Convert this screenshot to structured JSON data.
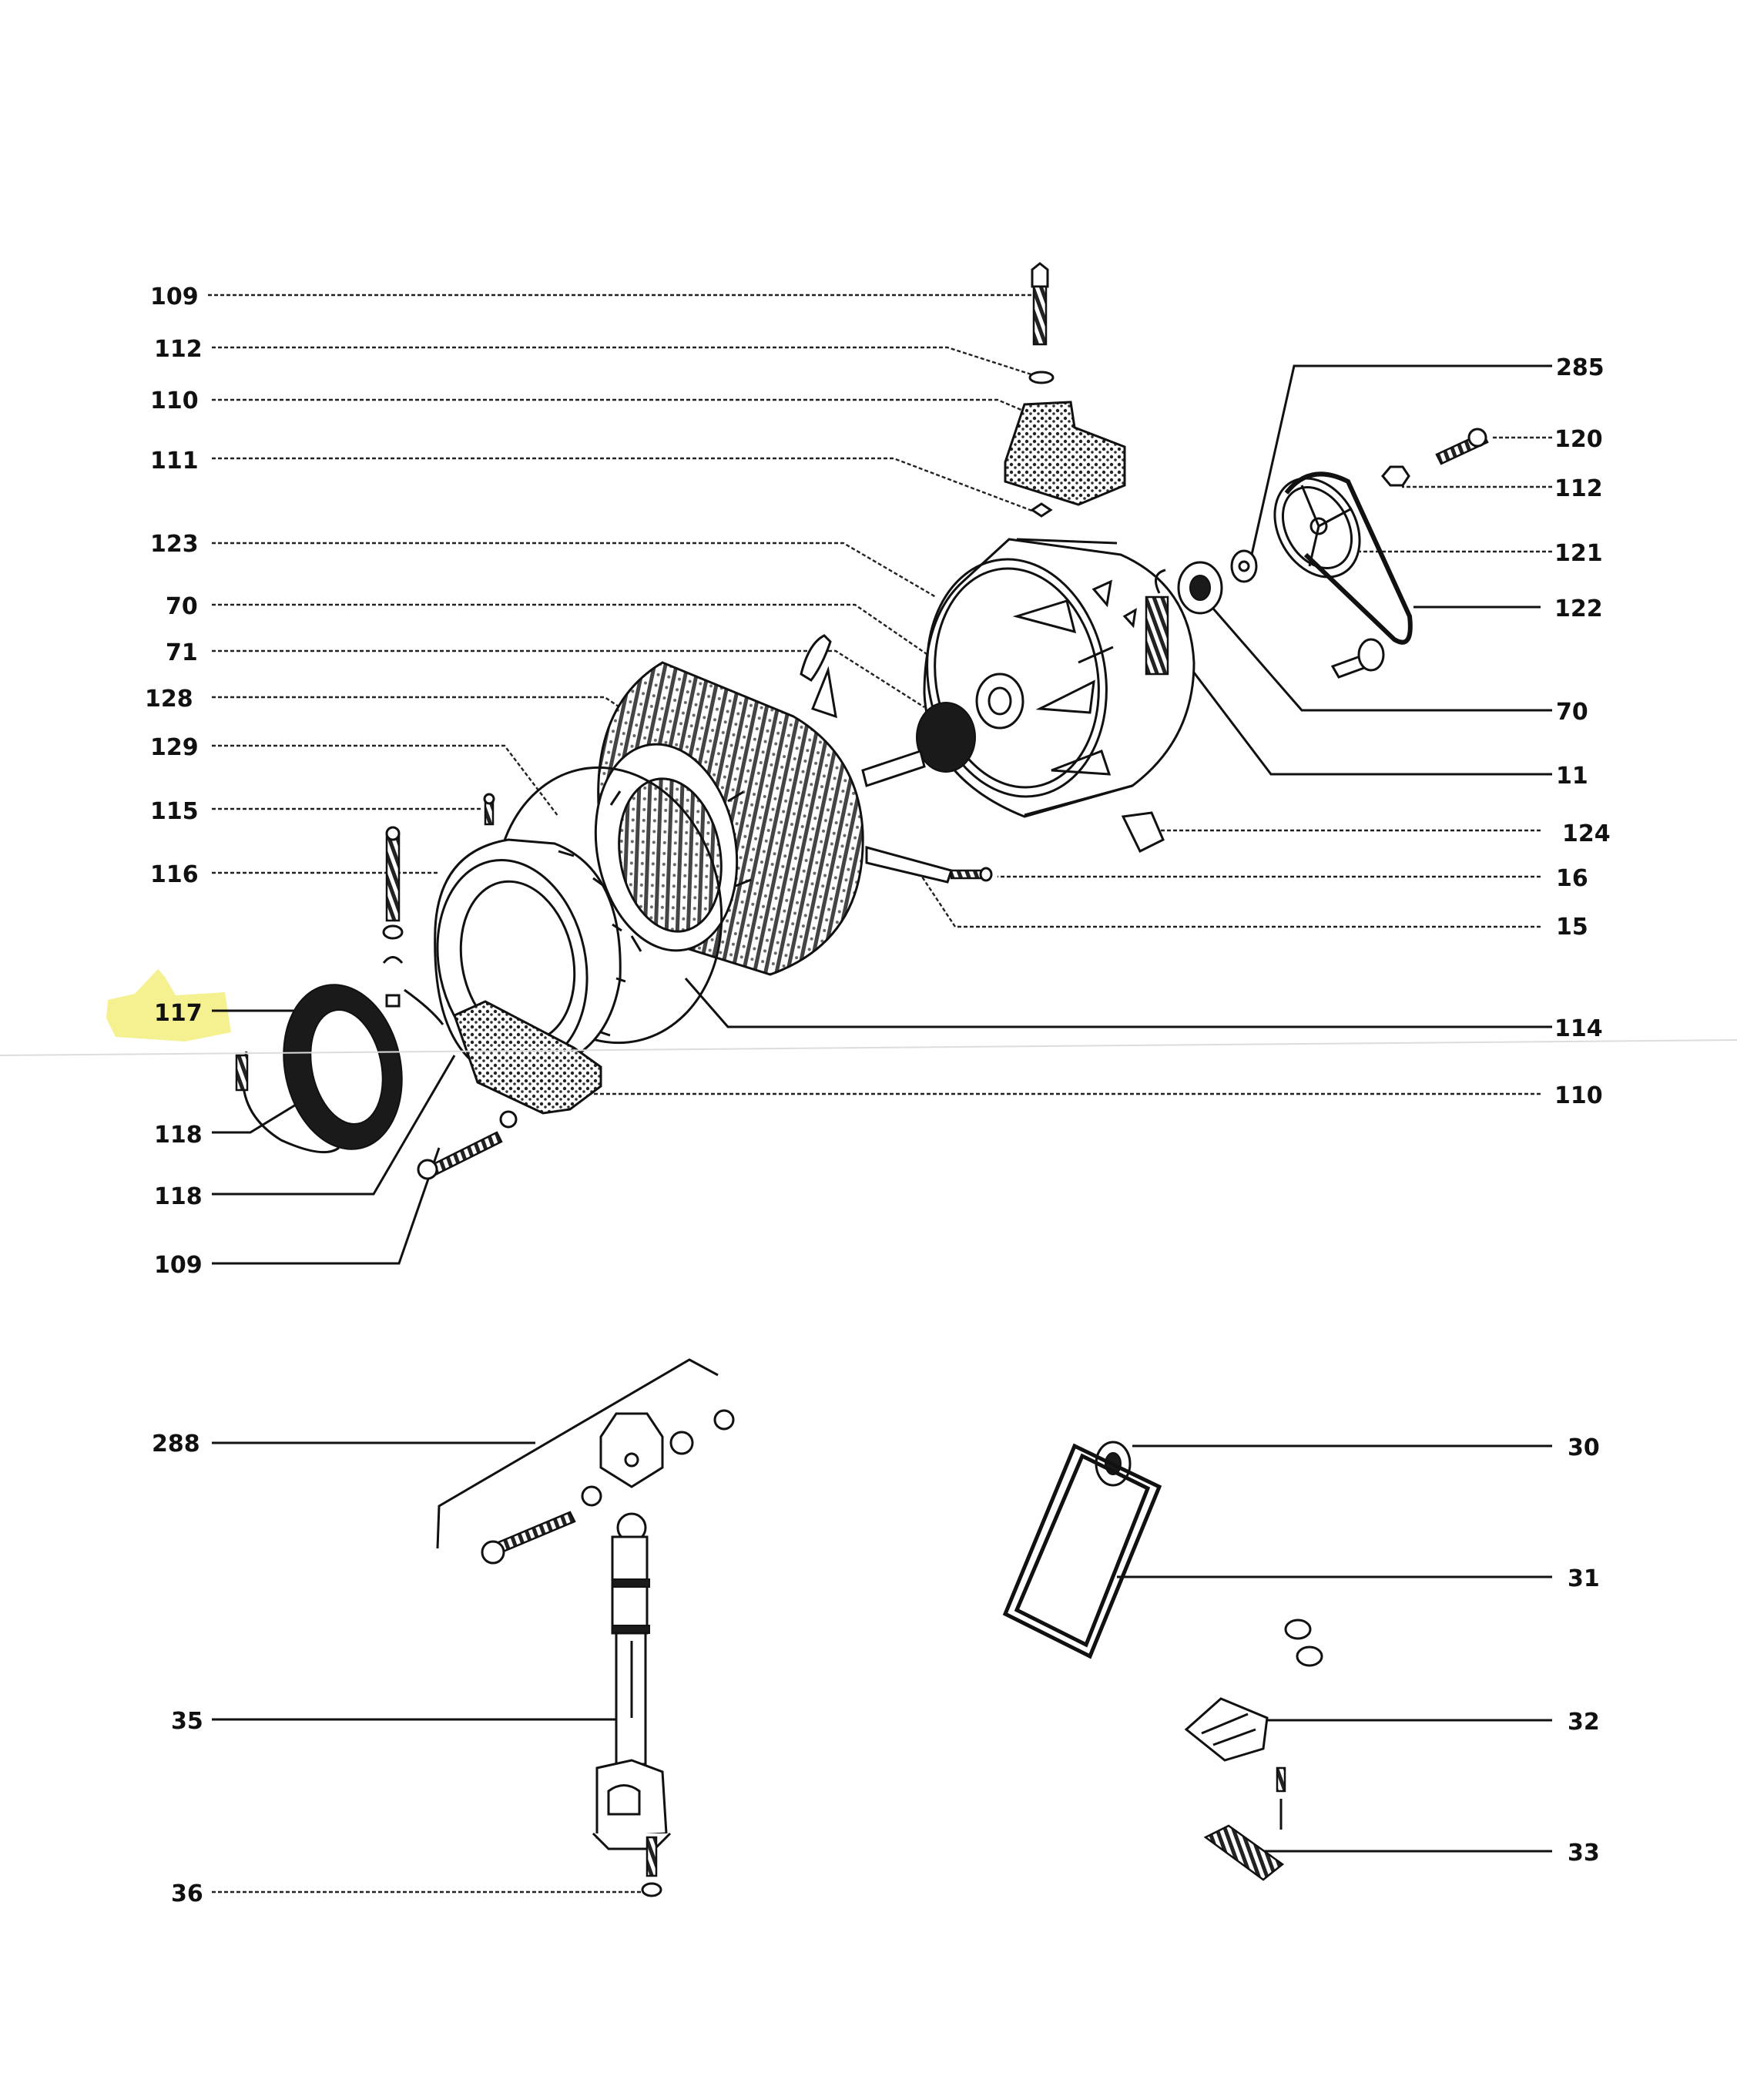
{
  "callouts": {
    "l109a": "109",
    "l112a": "112",
    "l110a": "110",
    "l111": "111",
    "l123": "123",
    "l70a": "70",
    "l71": "71",
    "l128": "128",
    "l129": "129",
    "l115": "115",
    "l116": "116",
    "l117": "117",
    "l118a": "118",
    "l118b": "118",
    "l109b": "109",
    "l285": "285",
    "l120": "120",
    "l112b": "112",
    "l121": "121",
    "l122": "122",
    "l70b": "70",
    "l11": "11",
    "l124": "124",
    "l16": "16",
    "l15": "15",
    "l114": "114",
    "l110b": "110",
    "l288": "288",
    "l35": "35",
    "l36": "36",
    "l30": "30",
    "l31": "31",
    "l32": "32",
    "l33": "33"
  },
  "highlight": {
    "color": "#f4ef84",
    "target": "117"
  },
  "colors": {
    "ink": "#111111",
    "paper": "#ffffff"
  }
}
